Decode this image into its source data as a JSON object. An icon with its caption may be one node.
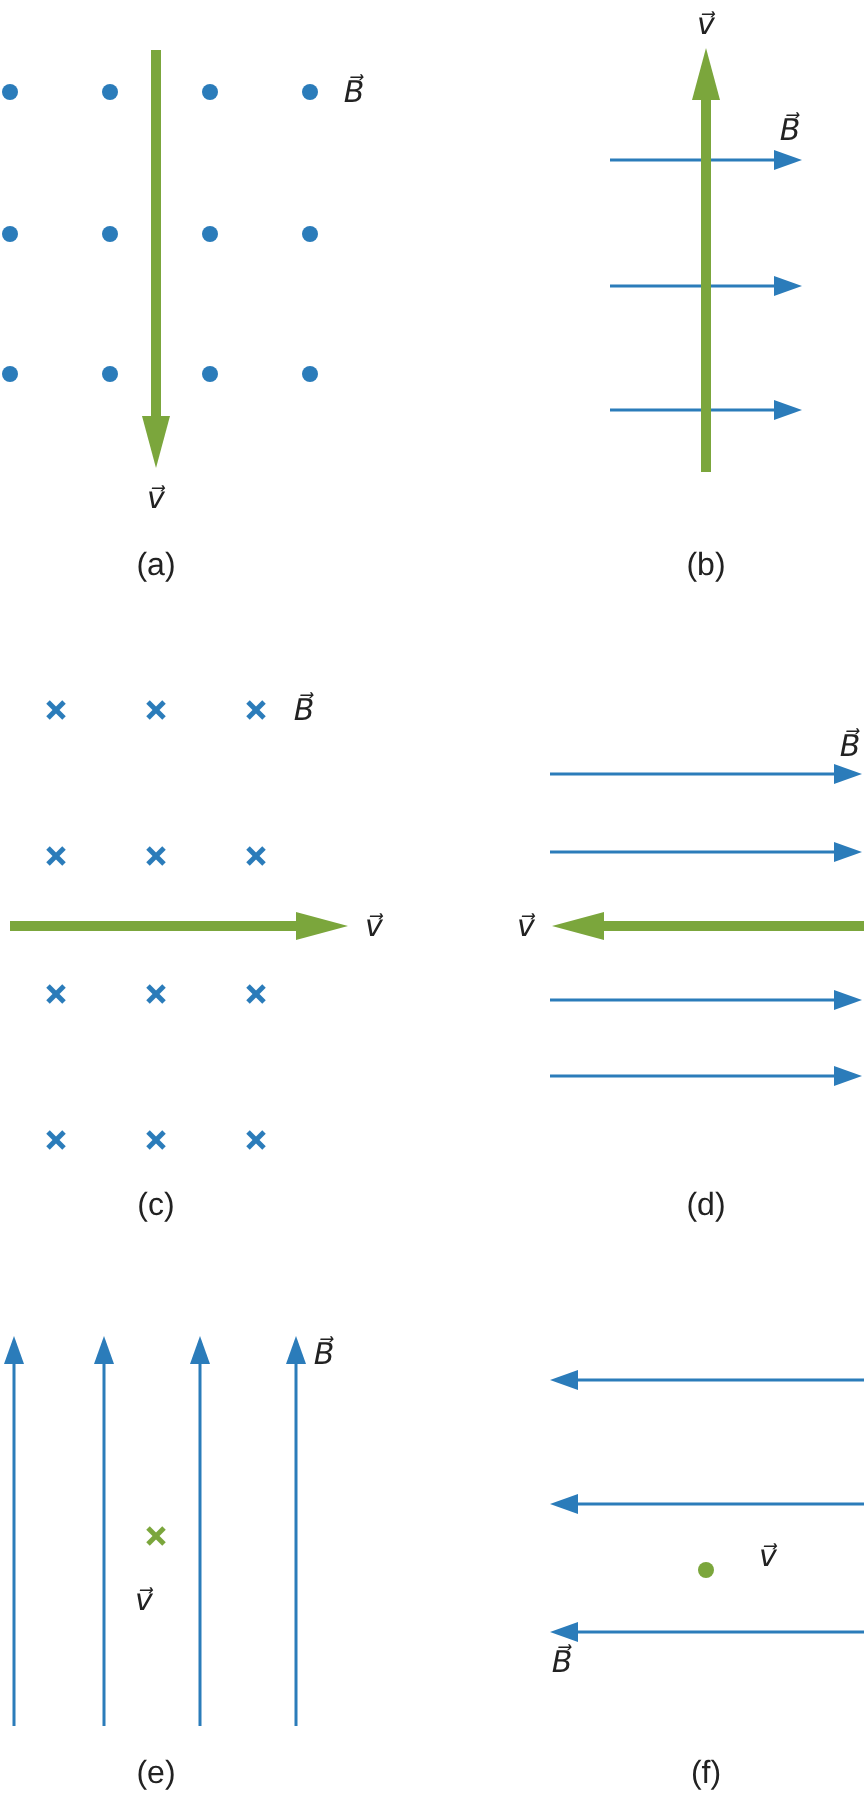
{
  "diagram": {
    "labels": [
      "B⃗",
      "v⃗",
      "(a)",
      "v⃗",
      "B⃗",
      "(b)",
      "B⃗",
      "v⃗",
      "(c)",
      "B⃗",
      "v⃗",
      "(d)",
      "B⃗",
      "v⃗",
      "(e)",
      "v⃗",
      "B⃗",
      "(f)"
    ]
  }
}
